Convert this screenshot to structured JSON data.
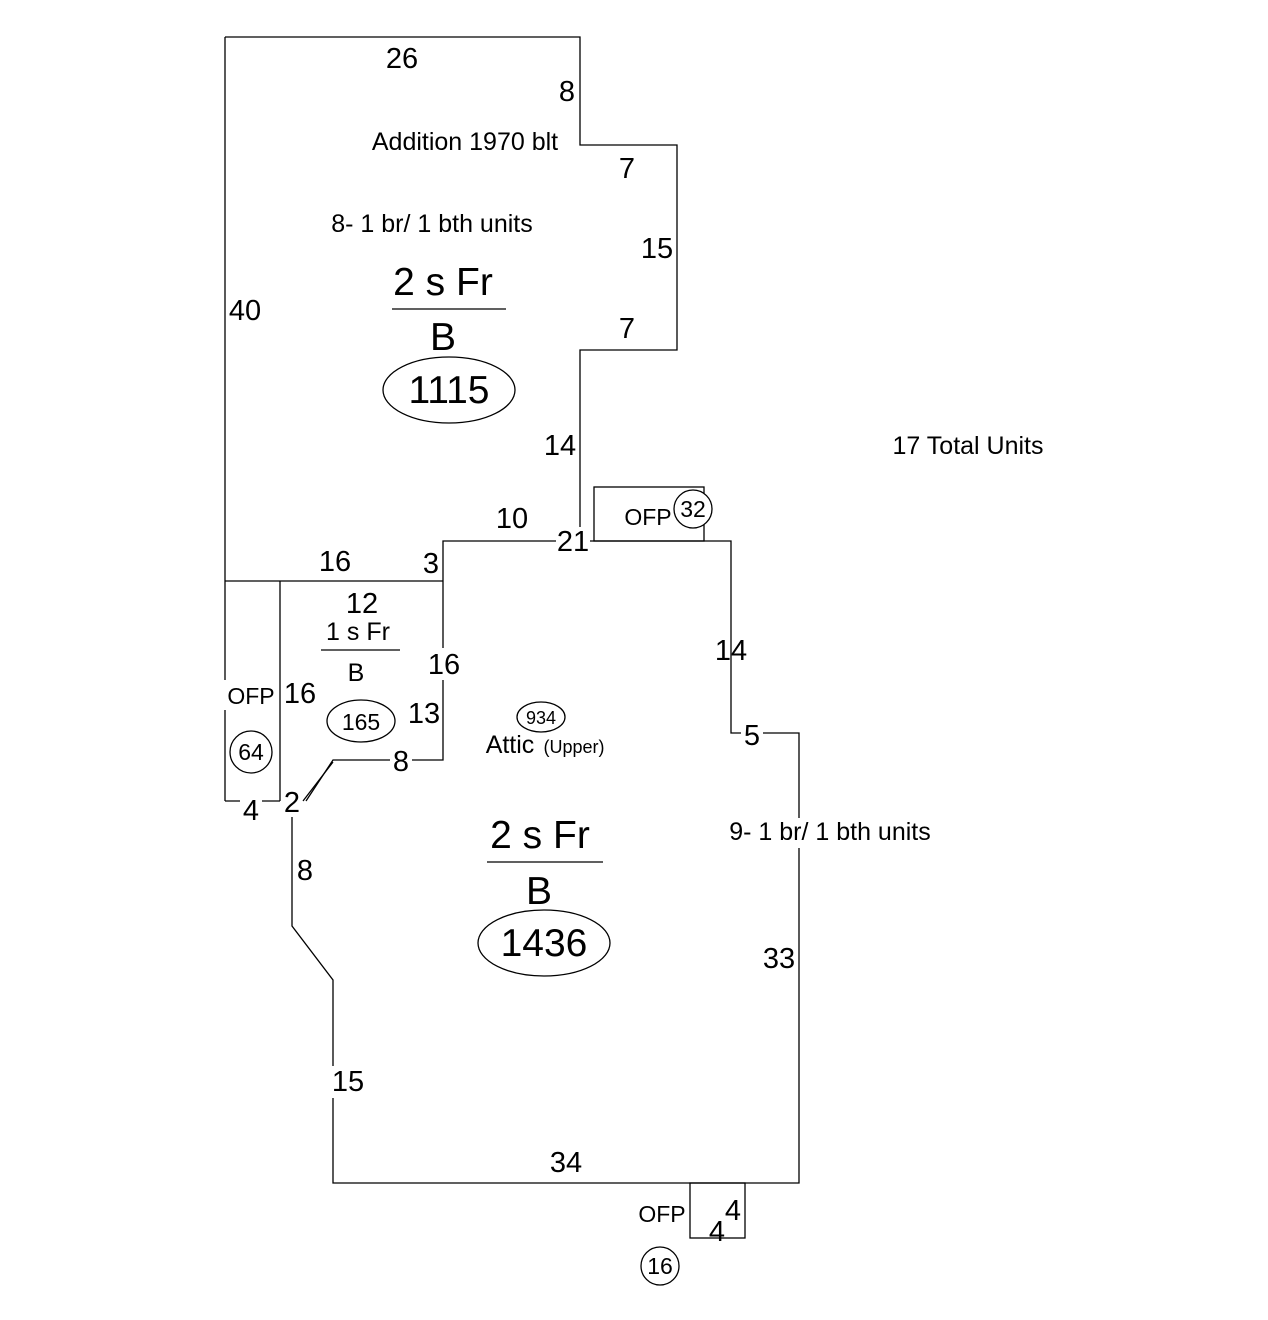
{
  "sketch": {
    "total_units": "17 Total Units",
    "addition": {
      "note": "Addition 1970 blt",
      "units": "8- 1 br/ 1 bth units",
      "code_top": "2 s Fr",
      "code_bottom": "B",
      "area": "1115",
      "dims": {
        "top": "26",
        "a": "8",
        "b": "7",
        "c": "15",
        "d": "7",
        "e": "14",
        "left": "40"
      }
    },
    "main": {
      "code_top": "2 s Fr",
      "code_bottom": "B",
      "area": "1436",
      "units": "9- 1 br/ 1 bth units",
      "attic_label": "Attic",
      "attic_sub": "(Upper)",
      "attic_area": "934",
      "dims": {
        "top_a": "10",
        "top_b": "21",
        "right_a": "14",
        "step": "5",
        "right_b": "33",
        "bottom": "34",
        "left_a": "15",
        "left_b": "8"
      }
    },
    "one_story": {
      "code_top": "1 s Fr",
      "code_bottom": "B",
      "area": "165",
      "dims": {
        "top": "12",
        "right": "16",
        "inner": "13",
        "bottom": "8",
        "corner": "2",
        "left": "16",
        "wide": "16",
        "notch": "3"
      }
    },
    "porch_left": {
      "label": "OFP",
      "area": "64",
      "width": "4"
    },
    "porch_top": {
      "label": "OFP",
      "area": "32"
    },
    "porch_bottom": {
      "label": "OFP",
      "area": "16",
      "w": "4",
      "h": "4"
    }
  }
}
